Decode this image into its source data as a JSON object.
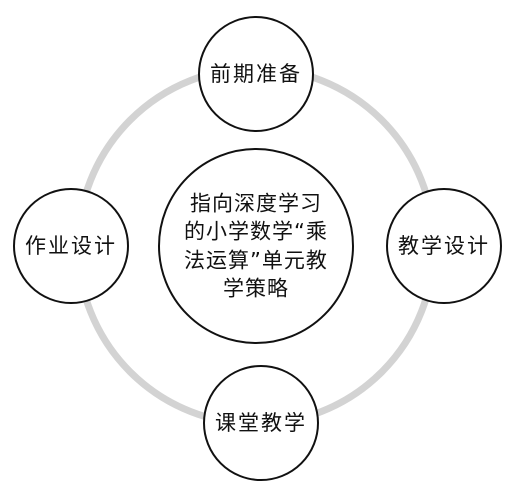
{
  "diagram": {
    "center": {
      "lines": [
        "指向深度学习",
        "的小学数学“乘",
        "法运算”单元教",
        "学策略"
      ]
    },
    "nodes": {
      "top": "前期准备",
      "right": "教学设计",
      "bottom": "课堂教学",
      "left": "作业设计"
    },
    "colors": {
      "ring": "#d3d3d3",
      "node_stroke": "#111111",
      "node_fill": "#ffffff",
      "text": "#111111"
    }
  }
}
